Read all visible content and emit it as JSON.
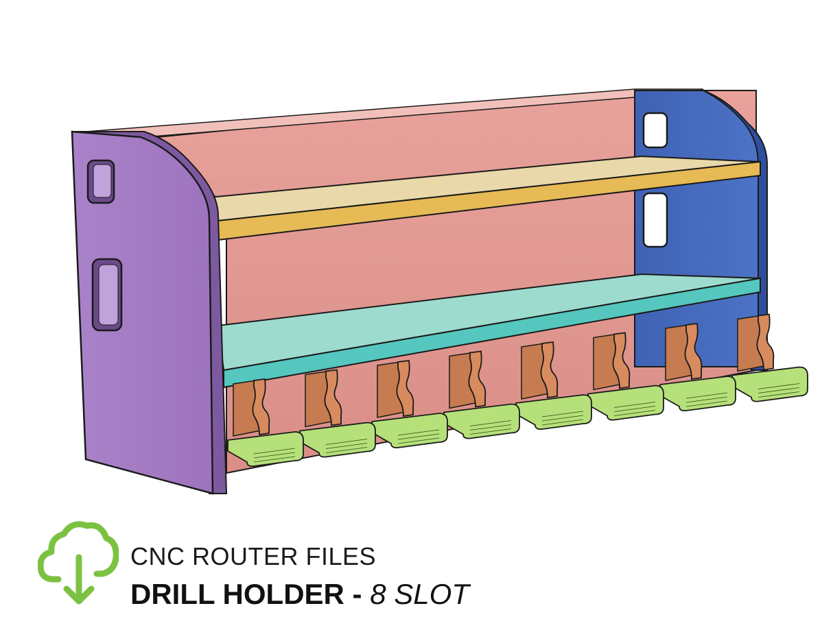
{
  "caption": {
    "subtitle": "CNC ROUTER FILES",
    "title": "DRILL HOLDER",
    "separator": " - ",
    "variant": "8 SLOT"
  },
  "icon": {
    "name": "cloud-download-icon",
    "color": "#7cc242"
  },
  "colors": {
    "left_side": "#a57cc4",
    "right_side": "#4a6fc0",
    "back_panel": "#e39a93",
    "top_shelf": "#e8d6a6",
    "top_shelf_edge": "#e5b853",
    "bottom_shelf": "#9ad9cd",
    "bottom_shelf_edge": "#52c4bc",
    "bracket": "#d88b5e",
    "base_plate": "#b6e07a"
  },
  "slots": 8
}
